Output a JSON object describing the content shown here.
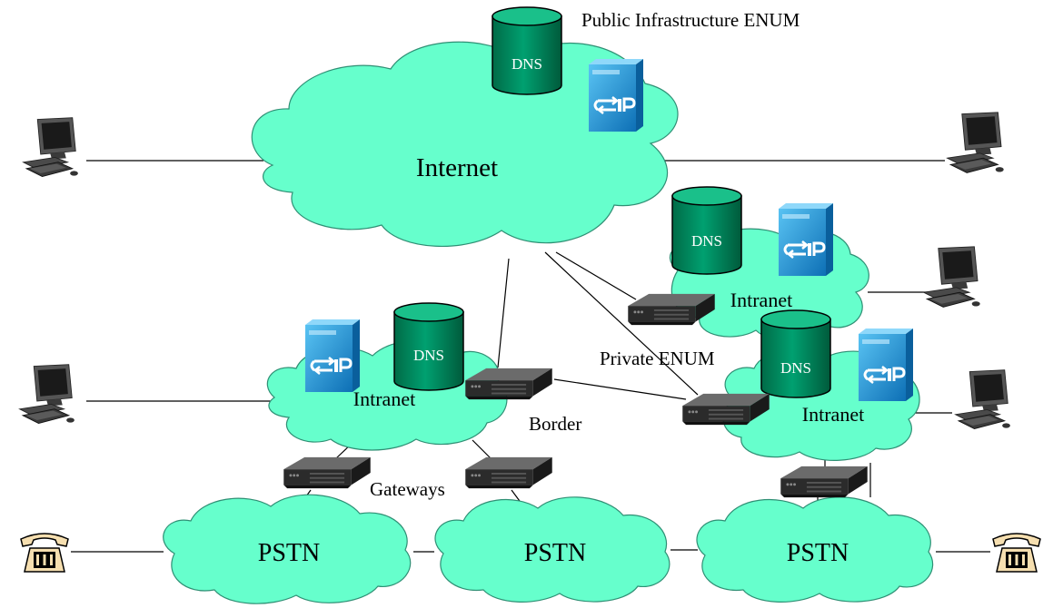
{
  "labels": {
    "public_enum": "Public Infrastructure ENUM",
    "internet": "Internet",
    "intranet": "Intranet",
    "private_enum": "Private ENUM",
    "border": "Border",
    "gateways": "Gateways",
    "pstn": "PSTN",
    "dns": "DNS",
    "sip": "SIP"
  },
  "colors": {
    "cloud": "#66ffcc",
    "dns_cylinder": "#009966",
    "sip_server": "#1c95d8",
    "device": "#2b2b2b"
  },
  "icons": [
    "dns-cylinder-icon",
    "sip-server-icon",
    "computer-icon",
    "telephone-icon",
    "gateway-device-icon"
  ]
}
